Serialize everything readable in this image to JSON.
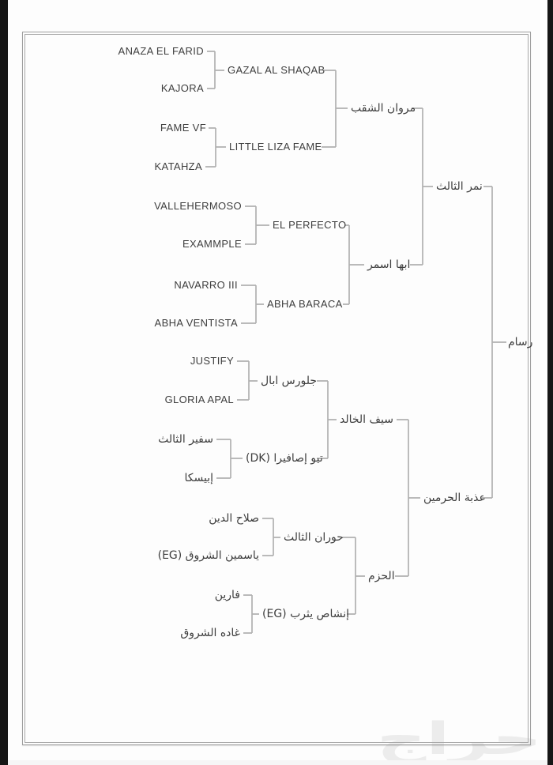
{
  "document": {
    "type": "horse-pedigree-chart",
    "watermark_text": "حراج"
  },
  "colors": {
    "connector_line": "#b1b1b1",
    "label_text": "#3e3e3e",
    "frame_border": "#9e9e9e",
    "letterbox_bar": "#161616",
    "watermark": "#ececec",
    "background": "#fdfdfd"
  },
  "pedigree": {
    "root": {
      "label": "رسام"
    },
    "gen4": [
      {
        "label": "نمر الثالث"
      },
      {
        "label": "عذبة الحرمين"
      }
    ],
    "gen3": [
      {
        "label": "مروان الشقب"
      },
      {
        "label": "ابها اسمر"
      },
      {
        "label": "سيف الخالد"
      },
      {
        "label": "الحزم"
      }
    ],
    "gen2": [
      {
        "label": "GAZAL AL SHAQAB"
      },
      {
        "label": "LITTLE LIZA FAME"
      },
      {
        "label": "EL PERFECTO"
      },
      {
        "label": "ABHA BARACA"
      },
      {
        "label": "جلورس ابال"
      },
      {
        "label": "تيو إصافيرا (DK)"
      },
      {
        "label": "حوران الثالث"
      },
      {
        "label": "إنشاص يثرب (EG)"
      }
    ],
    "gen1": [
      {
        "label": "ANAZA EL FARID"
      },
      {
        "label": "KAJORA"
      },
      {
        "label": "FAME VF"
      },
      {
        "label": "KATAHZA"
      },
      {
        "label": "VALLEHERMOSO"
      },
      {
        "label": "EXAMMPLE"
      },
      {
        "label": "NAVARRO III"
      },
      {
        "label": "ABHA VENTISTA"
      },
      {
        "label": "JUSTIFY"
      },
      {
        "label": "GLORIA APAL"
      },
      {
        "label": "سفير الثالث"
      },
      {
        "label": "إبيسكا"
      },
      {
        "label": "صلاح الدين"
      },
      {
        "label": "ياسمين الشروق (EG)"
      },
      {
        "label": "فارين"
      },
      {
        "label": "غاده الشروق"
      }
    ]
  }
}
